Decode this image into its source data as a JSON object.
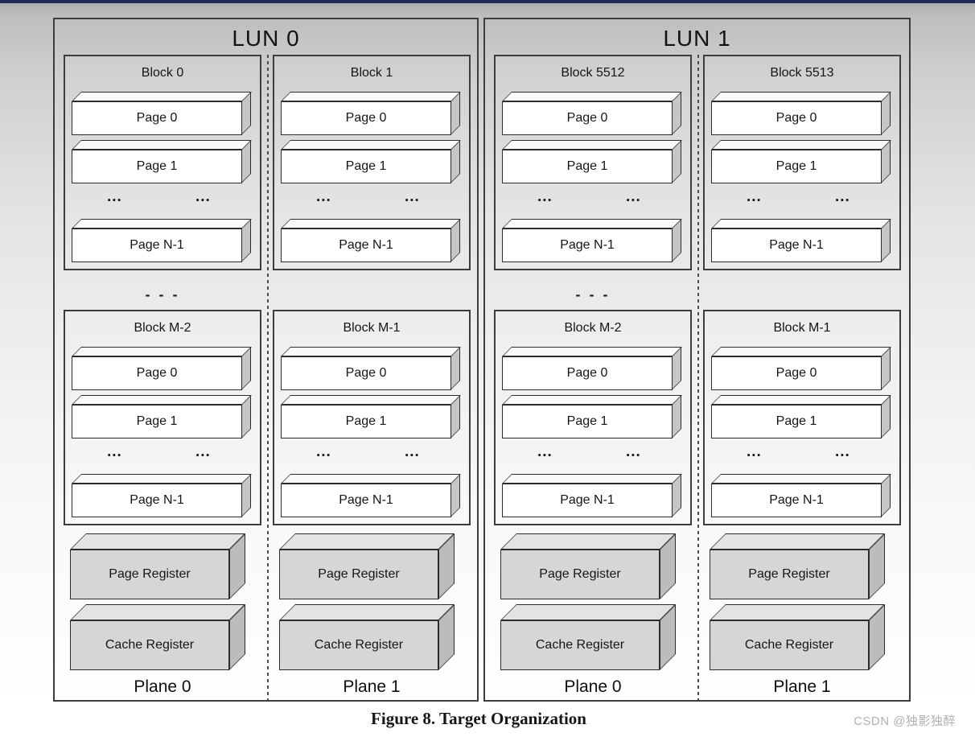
{
  "page": {
    "caption": "Figure 8. Target Organization",
    "watermark": "CSDN @独影独醉",
    "top_bar_color": "#1f2a57"
  },
  "colors": {
    "box_front": "#ffffff",
    "box_side": "#c6c6c6",
    "register_front": "#d6d6d6",
    "border": "#2c2c2c"
  },
  "registers": {
    "page_label": "Page Register",
    "cache_label": "Cache Register"
  },
  "luns": [
    {
      "title": "LUN 0",
      "row_ellipsis": "- - -",
      "planes": [
        {
          "label": "Plane 0",
          "blocks": [
            {
              "label": "Block 0",
              "pages": [
                "Page 0",
                "Page 1",
                "Page N-1"
              ],
              "ellipsis": "..."
            },
            {
              "label": "Block M-2",
              "pages": [
                "Page 0",
                "Page 1",
                "Page N-1"
              ],
              "ellipsis": "..."
            }
          ]
        },
        {
          "label": "Plane 1",
          "blocks": [
            {
              "label": "Block 1",
              "pages": [
                "Page 0",
                "Page 1",
                "Page N-1"
              ],
              "ellipsis": "..."
            },
            {
              "label": "Block M-1",
              "pages": [
                "Page 0",
                "Page 1",
                "Page N-1"
              ],
              "ellipsis": "..."
            }
          ]
        }
      ]
    },
    {
      "title": "LUN 1",
      "row_ellipsis": "- - -",
      "planes": [
        {
          "label": "Plane 0",
          "blocks": [
            {
              "label": "Block 5512",
              "pages": [
                "Page 0",
                "Page 1",
                "Page N-1"
              ],
              "ellipsis": "..."
            },
            {
              "label": "Block M-2",
              "pages": [
                "Page 0",
                "Page 1",
                "Page N-1"
              ],
              "ellipsis": "..."
            }
          ]
        },
        {
          "label": "Plane 1",
          "blocks": [
            {
              "label": "Block 5513",
              "pages": [
                "Page 0",
                "Page 1",
                "Page N-1"
              ],
              "ellipsis": "..."
            },
            {
              "label": "Block M-1",
              "pages": [
                "Page 0",
                "Page 1",
                "Page N-1"
              ],
              "ellipsis": "..."
            }
          ]
        }
      ]
    }
  ]
}
